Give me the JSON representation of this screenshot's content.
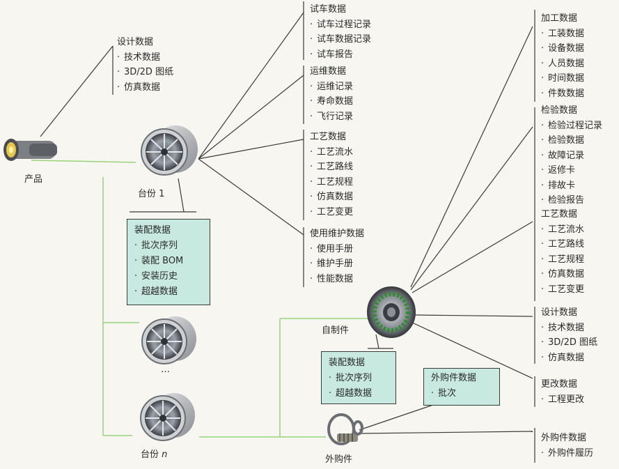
{
  "product": {
    "label": "产品"
  },
  "design_data_top": {
    "title": "设计数据",
    "items": [
      "技术数据",
      "3D/2D 图纸",
      "仿真数据"
    ]
  },
  "unit1": {
    "label": "台份 1"
  },
  "unit_dots": {
    "label": "…"
  },
  "unitn": {
    "label_prefix": "台份 ",
    "label_n": "n"
  },
  "test_data": {
    "title": "试车数据",
    "items": [
      "试车过程记录",
      "试车数据记录",
      "试车报告"
    ]
  },
  "ops_data": {
    "title": "运维数据",
    "items": [
      "运维记录",
      "寿命数据",
      "飞行记录"
    ]
  },
  "process_data_1": {
    "title": "工艺数据",
    "items": [
      "工艺流水",
      "工艺路线",
      "工艺规程",
      "仿真数据",
      "工艺变更"
    ]
  },
  "maint_data": {
    "title": "使用维护数据",
    "items": [
      "使用手册",
      "维护手册",
      "性能数据"
    ]
  },
  "assembly_box_1": {
    "title": "装配数据",
    "items": [
      "批次序列",
      "装配 BOM",
      "安装历史",
      "超越数据"
    ]
  },
  "self_made": {
    "label": "自制件"
  },
  "assembly_box_2": {
    "title": "装配数据",
    "items": [
      "批次序列",
      "超越数据"
    ]
  },
  "purchased_box": {
    "title": "外购件数据",
    "items": [
      "批次"
    ]
  },
  "purchased": {
    "label": "外购件"
  },
  "machining_data": {
    "title": "加工数据",
    "items": [
      "工装数据",
      "设备数据",
      "人员数据",
      "时间数据",
      "件数数据"
    ]
  },
  "inspection_data": {
    "title": "检验数据",
    "items": [
      "检验过程记录",
      "检验数据",
      "故障记录",
      "返修卡",
      "排故卡",
      "检验报告"
    ]
  },
  "process_data_2": {
    "title": "工艺数据",
    "items": [
      "工艺流水",
      "工艺路线",
      "工艺规程",
      "仿真数据",
      "工艺变更"
    ]
  },
  "design_data_2": {
    "title": "设计数据",
    "items": [
      "技术数据",
      "3D/2D 图纸",
      "仿真数据"
    ]
  },
  "change_data": {
    "title": "更改数据",
    "items": [
      "工程更改"
    ]
  },
  "purchased_data": {
    "title": "外购件数据",
    "items": [
      "外购件履历"
    ]
  },
  "colors": {
    "line_dark": "#3a3a3a",
    "line_green": "#9ad27a",
    "box_fill": "#c7e9df"
  }
}
